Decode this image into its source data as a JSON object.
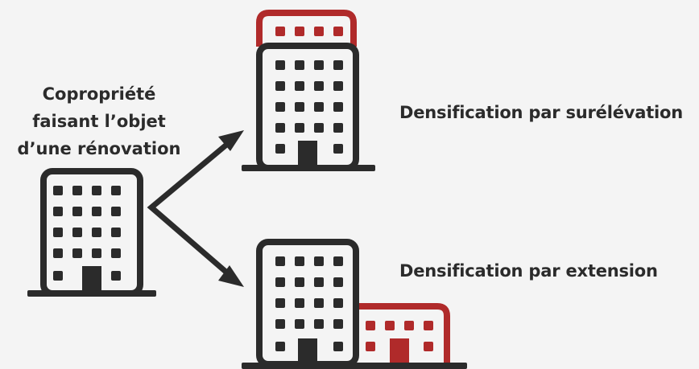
{
  "source": {
    "caption_lines": [
      "Copropriété",
      "faisant l’objet",
      "d’une rénovation"
    ]
  },
  "options": [
    {
      "label": "Densification par surélévation"
    },
    {
      "label": "Densification par extension"
    }
  ],
  "colors": {
    "background": "#f4f4f4",
    "dark": "#2b2b2b",
    "accent": "#b02a2a"
  }
}
